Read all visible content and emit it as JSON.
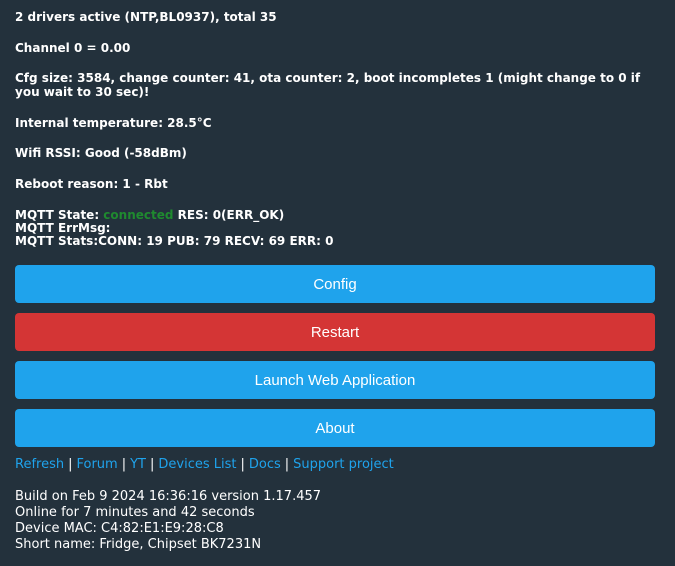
{
  "status": {
    "drivers": "2 drivers active (NTP,BL0937), total 35",
    "channel": "Channel 0 = 0.00",
    "cfg": "Cfg size: 3584, change counter: 41, ota counter: 2, boot incompletes 1 (might change to 0 if you wait to 30 sec)!",
    "temperature": "Internal temperature: 28.5°C",
    "wifi": "Wifi RSSI: Good (-58dBm)",
    "reboot": "Reboot reason: 1 - Rbt",
    "mqtt_state_label": "MQTT State: ",
    "mqtt_state_value": "connected",
    "mqtt_res": " RES: 0(ERR_OK)",
    "mqtt_errmsg": "MQTT ErrMsg:",
    "mqtt_stats": "MQTT Stats:CONN: 19 PUB: 79 RECV: 69 ERR: 0"
  },
  "buttons": {
    "config": "Config",
    "restart": "Restart",
    "launch": "Launch Web Application",
    "about": "About"
  },
  "links": {
    "refresh": "Refresh",
    "forum": "Forum",
    "yt": "YT",
    "devices": "Devices List",
    "docs": "Docs",
    "support": "Support project",
    "separator": "|"
  },
  "info": {
    "build": "Build on Feb 9 2024 16:36:16 version 1.17.457",
    "online": "Online for 7 minutes and 42 seconds",
    "mac": "Device MAC: C4:82:E1:E9:28:C8",
    "short_name": "Short name: Fridge, Chipset BK7231N"
  },
  "colors": {
    "background": "#23313c",
    "button_blue": "#1fa3ec",
    "button_red": "#d43535",
    "connected_green": "#1f8a2f",
    "link_blue": "#1fa3ec"
  }
}
